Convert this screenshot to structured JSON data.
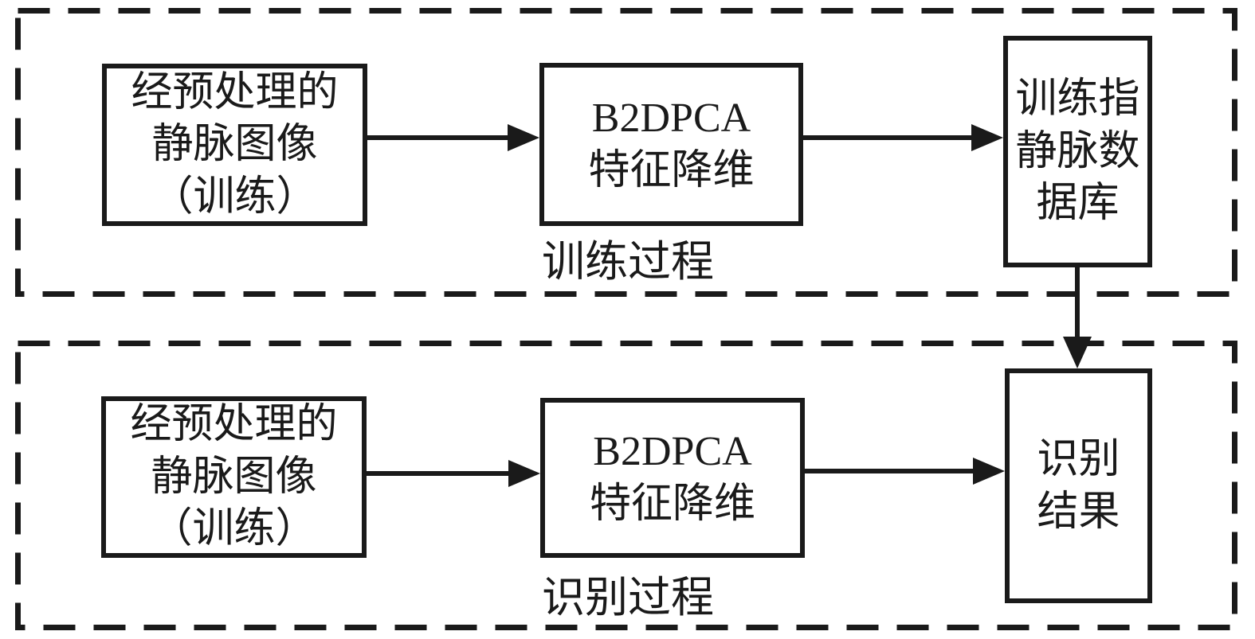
{
  "diagram": {
    "colors": {
      "ink": "#1a1a1a",
      "background": "#ffffff"
    },
    "sections": {
      "training": {
        "label": "训练过程",
        "nodes": {
          "input": {
            "text": "经预处理的\n静脉图像\n（训练）"
          },
          "b2dpca": {
            "text": "B2DPCA\n特征降维"
          },
          "database": {
            "text": "训练指\n静脉数\n据库"
          }
        }
      },
      "recognition": {
        "label": "识别过程",
        "nodes": {
          "input": {
            "text": "经预处理的\n静脉图像\n（训练）"
          },
          "b2dpca": {
            "text": "B2DPCA\n特征降维"
          },
          "result": {
            "text": "识别\n结果"
          }
        }
      }
    },
    "edges": [
      {
        "from": "training.input",
        "to": "training.b2dpca"
      },
      {
        "from": "training.b2dpca",
        "to": "training.database"
      },
      {
        "from": "training.database",
        "to": "recognition.result"
      },
      {
        "from": "recognition.input",
        "to": "recognition.b2dpca"
      },
      {
        "from": "recognition.b2dpca",
        "to": "recognition.result"
      }
    ]
  }
}
